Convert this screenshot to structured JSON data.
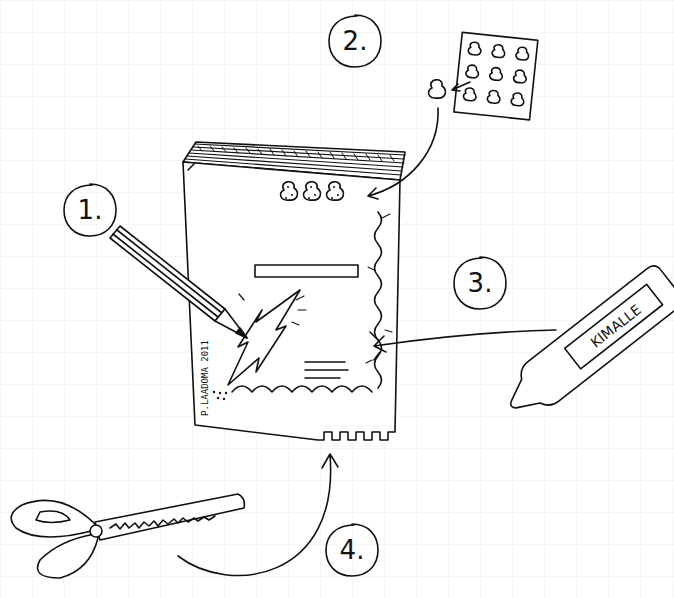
{
  "diagram": {
    "nodes": [
      {
        "text": [
          "1."
        ]
      },
      {
        "text": [
          "2."
        ]
      },
      {
        "text": [
          "3."
        ]
      },
      {
        "text": [
          "4."
        ]
      }
    ],
    "labels": [
      "KIMALLE",
      "P.LAADOMA 2011"
    ]
  }
}
